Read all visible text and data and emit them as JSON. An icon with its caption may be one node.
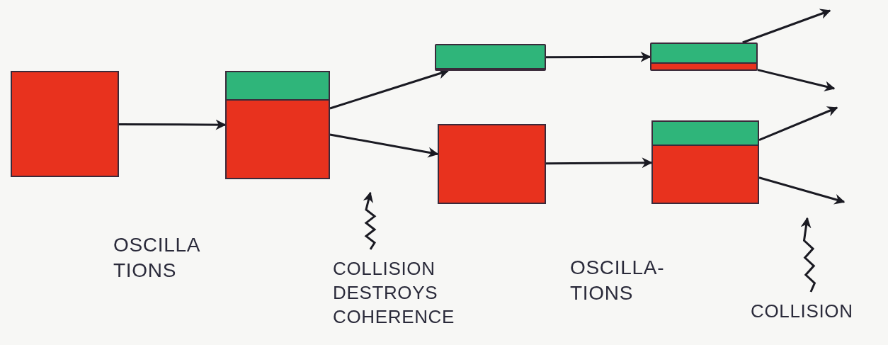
{
  "diagram": {
    "nodes": [
      {
        "text": [],
        "shape": "box"
      },
      {
        "text": [],
        "shape": "box"
      },
      {
        "text": [],
        "shape": "bar"
      },
      {
        "text": [],
        "shape": "box"
      },
      {
        "text": [],
        "shape": "bar"
      },
      {
        "text": [],
        "shape": "box"
      },
      {
        "text": [
          "COLLISION DESTROYS COHERENCE"
        ]
      },
      {
        "text": [
          "COLLISION"
        ]
      }
    ],
    "edges": [
      {
        "from": 0,
        "to": 1,
        "arrow": "to"
      },
      {
        "from": 1,
        "to": 2,
        "arrow": "to"
      },
      {
        "from": 1,
        "to": 3,
        "arrow": "to"
      },
      {
        "from": 2,
        "to": 4,
        "arrow": "to"
      },
      {
        "from": 3,
        "to": 5,
        "arrow": "to"
      },
      {
        "from": 4,
        "to": null,
        "arrow": "to"
      },
      {
        "from": 4,
        "to": null,
        "arrow": "to"
      },
      {
        "from": 5,
        "to": null,
        "arrow": "to"
      },
      {
        "from": 5,
        "to": null,
        "arrow": "to"
      },
      {
        "from": 6,
        "to": null,
        "arrow": "to"
      },
      {
        "from": 7,
        "to": null,
        "arrow": "to"
      }
    ],
    "labels": [
      "OSCILLA TIONS",
      "OSCILLA- TIONS"
    ]
  }
}
